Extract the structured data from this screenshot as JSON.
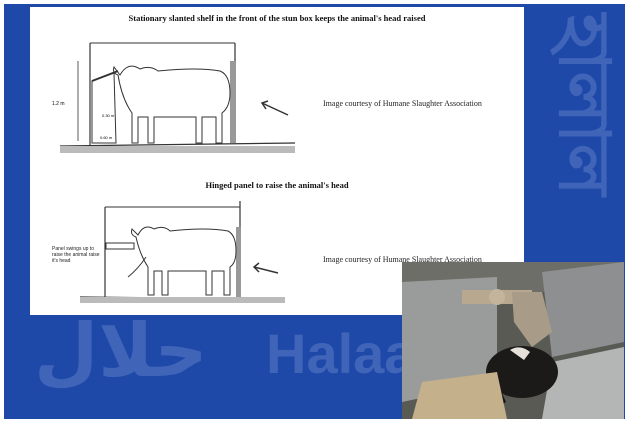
{
  "background": {
    "color": "#1f49a8",
    "watermark_word": "Halaal",
    "watermark_arabic": "حلال",
    "watermark_bengali": "হালাল"
  },
  "diagrams": [
    {
      "title": "Stationary slanted shelf in the front of the stun box keeps the animal's head raised",
      "dimension_left": "1.2 m",
      "dimension_inner": "0.30 m",
      "dimension_base": "0.60 m",
      "credit": "Image courtesy of Humane Slaughter Association"
    },
    {
      "title": "Hinged panel to raise the animal's head",
      "annotation": "Panel swings up to raise the animal raise it's head",
      "credit": "Image courtesy of Humane Slaughter Association"
    }
  ],
  "photo": {
    "subject": "cow-in-restraining-box-photo"
  }
}
